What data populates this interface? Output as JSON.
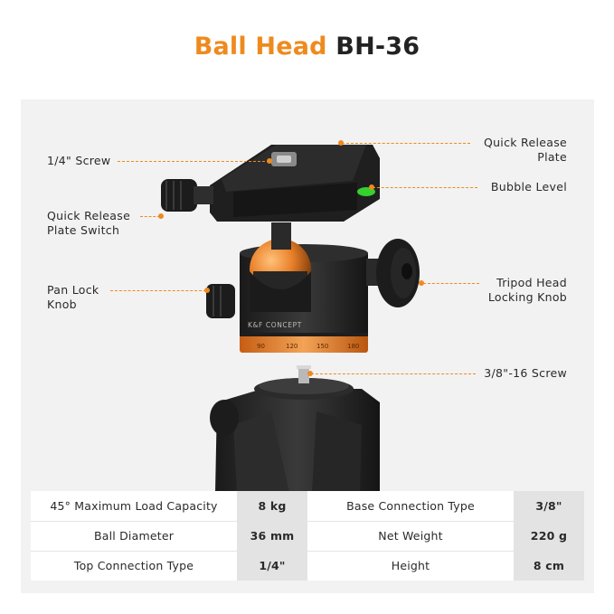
{
  "title": {
    "accent": "Ball Head",
    "model": "BH-36"
  },
  "callouts": {
    "screw_quarter": "1/4\" Screw",
    "qr_switch_line1": "Quick Release",
    "qr_switch_line2": "Plate Switch",
    "pan_lock_line1": "Pan Lock",
    "pan_lock_line2": "Knob",
    "qr_plate_line1": "Quick Release",
    "qr_plate_line2": "Plate",
    "bubble_level": "Bubble Level",
    "tripod_knob_line1": "Tripod Head",
    "tripod_knob_line2": "Locking Knob",
    "screw_three_eighths": "3/8\"-16 Screw"
  },
  "product": {
    "brand_mark": "K&F CONCEPT",
    "dial_marks": [
      "90",
      "120",
      "150",
      "180"
    ]
  },
  "specs": [
    {
      "label1": "45° Maximum Load Capacity",
      "value1": "8 kg",
      "label2": "Base Connection Type",
      "value2": "3/8\""
    },
    {
      "label1": "Ball Diameter",
      "value1": "36 mm",
      "label2": "Net Weight",
      "value2": "220 g"
    },
    {
      "label1": "Top Connection Type",
      "value1": "1/4\"",
      "label2": "Height",
      "value2": "8 cm"
    }
  ],
  "colors": {
    "accent": "#ee8a1e",
    "panel": "#f2f2f2",
    "value_cell": "#e3e3e3"
  }
}
